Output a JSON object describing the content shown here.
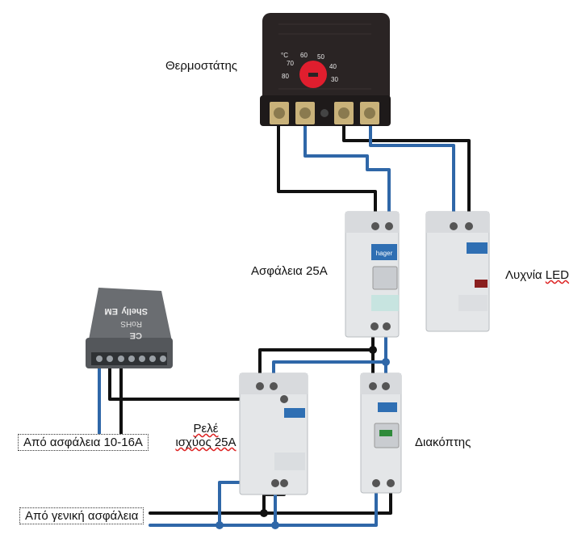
{
  "labels": {
    "thermostat": "Θερμοστάτης",
    "breaker": "Ασφάλεια 25Α",
    "led_prefix": "Λυχνία ",
    "led_suffix": "LED",
    "relay_line1": "Ρελέ",
    "relay_line2": "ισχύος 25Α",
    "switch": "Διακόπτης",
    "fuse_in": "Από ασφάλεια 10-16Α",
    "main_in": "Από γενική ασφάλεια"
  },
  "thermostat_dial": {
    "unit": "°C",
    "scale": [
      "80",
      "70",
      "60",
      "50",
      "40",
      "30"
    ]
  },
  "shelly": {
    "brand": "Shelly",
    "model": "EM",
    "rohs": "RoHS",
    "ce": "CE"
  },
  "hager_brand": "hager",
  "colors": {
    "wire_black": "#111111",
    "wire_blue": "#2f67a8",
    "thermostat_body": "#2a2424",
    "dial_red": "#e01e2e",
    "module_grey": "#e4e6e8",
    "shelly_body": "#54575b"
  }
}
